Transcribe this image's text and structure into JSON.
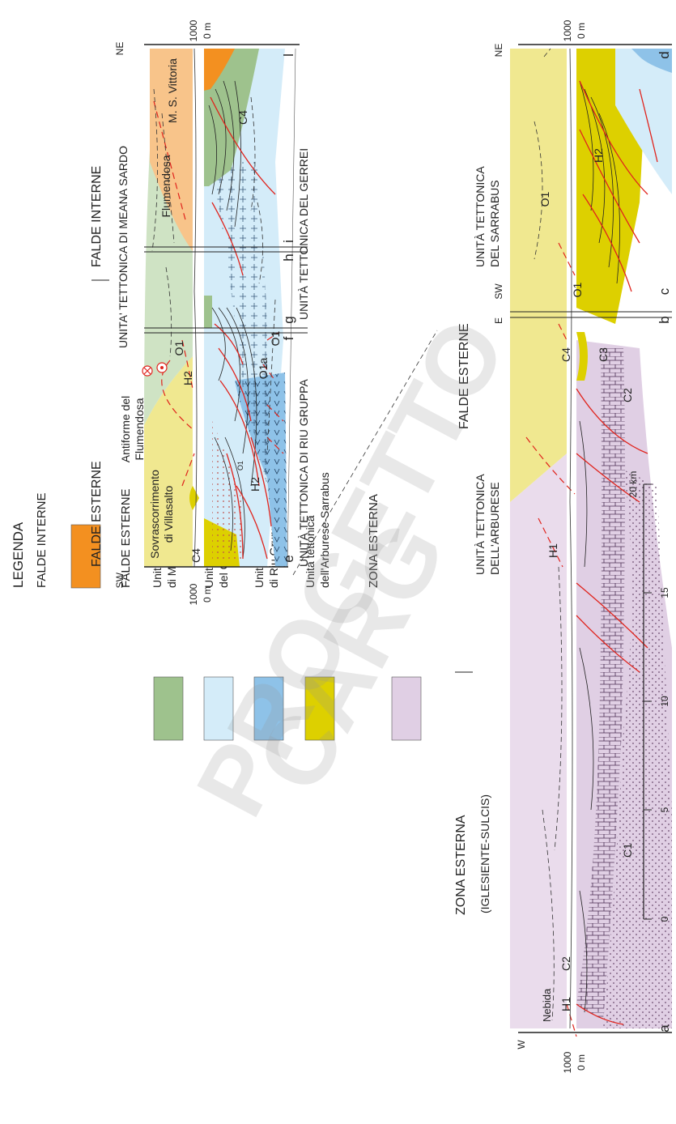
{
  "legend": {
    "title": "LEGENDA",
    "groups": [
      {
        "label": "FALDE INTERNE",
        "items": [
          {
            "color": "#F39020",
            "label": ""
          }
        ]
      },
      {
        "label": "FALDE ESTERNE",
        "items": [
          {
            "color": "#9EC28D",
            "label_lines": [
              "Unità tettonica",
              "di Meana Sardo"
            ]
          },
          {
            "color": "#D4ECF9",
            "label_lines": [
              "Unità tettonica",
              "del Gerrei"
            ]
          },
          {
            "color": "#8EC2E8",
            "label_lines": [
              "Unità tettonica",
              "di Riu Gruppa"
            ]
          },
          {
            "color": "#DDD000",
            "label_lines": [
              "Unità tettonica",
              "dell'Arburese-Sarrabus"
            ]
          }
        ]
      },
      {
        "label": "ZONA ESTERNA",
        "items": [
          {
            "color": "#E0CFE4",
            "label": ""
          }
        ]
      }
    ]
  },
  "upper_section": {
    "header_left": "FALDE ESTERNE",
    "header_right": "FALDE INTERNE",
    "end_left": "SW",
    "end_right": "NE",
    "elev_1000": "1000",
    "elev_0": "0 m",
    "labels": {
      "sovrascorrimento": [
        "Sovrascorrimento",
        "di Villasalto"
      ],
      "antiforme": [
        "Antiforme del",
        "Flumendosa"
      ],
      "flumendosa": "Flumendosa",
      "ms_vittoria": "M. S. Vittoria",
      "meana_sardo": "UNITA' TETTONICA DI MEANA SARDO",
      "riu_gruppa": "UNITÀ TETTONICA DI RIU GRUPPA",
      "gerrei": "UNITÀ TETTONICA DEL GERREI"
    },
    "units": {
      "c4": "C4",
      "h2": "H2",
      "o1": "O1",
      "o1a": "O1a",
      "o1b": "O1",
      "o1c": "O1",
      "c4r": "C4"
    },
    "letters": {
      "e": "e",
      "f": "f",
      "g": "g",
      "h": "h",
      "i": "i",
      "l": "l"
    }
  },
  "lower_section": {
    "header_left": "ZONA ESTERNA",
    "header_left_sub": "(IGLESIENTE-SULCIS)",
    "header_right": "FALDE ESTERNE",
    "end_left": "W",
    "end_mid_e": "E",
    "end_mid_sw": "SW",
    "end_right": "NE",
    "elev_1000": "1000",
    "elev_0": "0 m",
    "labels": {
      "nebida": "Nebida",
      "arburese": [
        "UNITÀ TETTONICA",
        "DELL'ARBURESE"
      ],
      "sarrabus": [
        "UNITÀ TETTONICA",
        "DEL SARRABUS"
      ]
    },
    "units": {
      "h1a": "H1",
      "c2a": "C2",
      "c1": "C1",
      "h1b": "H1",
      "c2b": "C2",
      "c3": "C3",
      "c4": "C4",
      "o1a": "O1",
      "o1b": "O1",
      "h2": "H2"
    },
    "letters": {
      "a": "a",
      "b": "b",
      "c": "c",
      "d": "d"
    }
  },
  "scale": {
    "ticks": [
      "0",
      "5",
      "10",
      "15",
      "20 km"
    ]
  },
  "watermark": [
    "PROGETTO",
    "CARG"
  ]
}
